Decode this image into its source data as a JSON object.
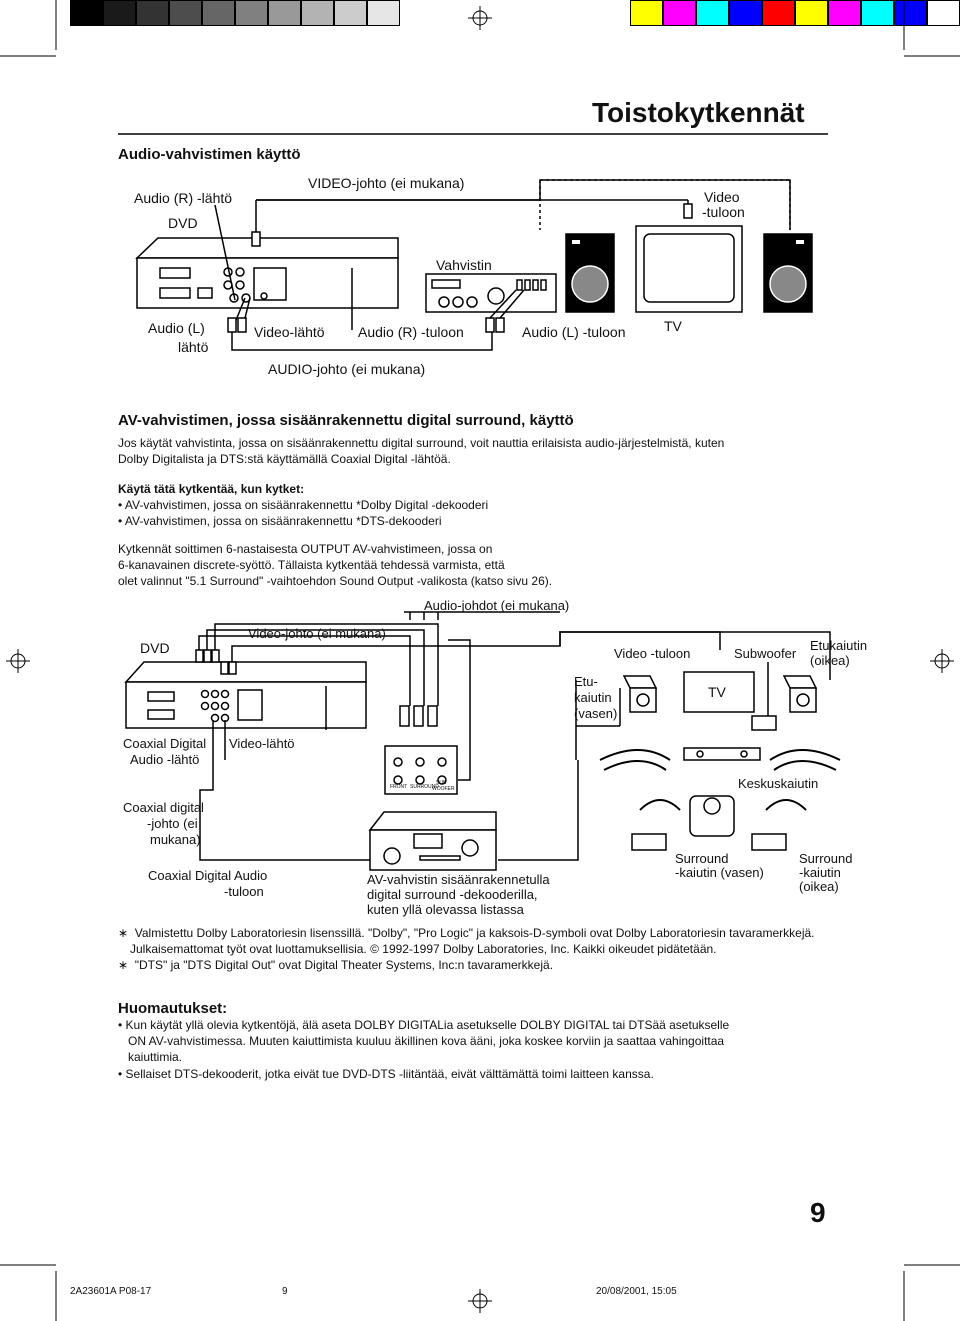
{
  "page": {
    "title": "Toistokytkennät",
    "page_number": "9",
    "footer": {
      "left": "2A23601A P08-17",
      "center": "9",
      "right": "20/08/2001, 15:05"
    },
    "swatches_left": [
      "#000000",
      "#1a1a1a",
      "#333333",
      "#4d4d4d",
      "#666666",
      "#808080",
      "#999999",
      "#b3b3b3",
      "#cccccc",
      "#e6e6e6"
    ],
    "swatches_right": [
      "#ffff00",
      "#ff00ff",
      "#00ffff",
      "#0000ff",
      "#ff0000",
      "#ffff00",
      "#ff00ff",
      "#00ffff",
      "#0000ff",
      "#ffffff"
    ]
  },
  "section1": {
    "heading": "Audio-vahvistimen käyttö",
    "labels": {
      "audio_r_out": "Audio (R) -lähtö",
      "dvd": "DVD",
      "video_cable": "VIDEO-johto (ei mukana)",
      "video_in_1": "Video",
      "video_in_2": "-tuloon",
      "amplifier": "Vahvistin",
      "audio_l_out_1": "Audio (L)",
      "audio_l_out_2": "lähtö",
      "video_out": "Video-lähtö",
      "audio_r_in": "Audio (R) -tuloon",
      "audio_l_in": "Audio (L) -tuloon",
      "tv": "TV",
      "audio_cable": "AUDIO-johto (ei mukana)"
    }
  },
  "section2": {
    "heading": "AV-vahvistimen, jossa sisäänrakennettu digital surround, käyttö",
    "intro_1": "Jos käytät vahvistinta, jossa on sisäänrakennettu digital surround, voit nauttia erilaisista audio-järjestelmistä, kuten",
    "intro_2": "Dolby Digitalista ja DTS:stä käyttämällä Coaxial Digital -lähtöä.",
    "use_heading": "Käytä tätä kytkentää, kun kytket:",
    "bullets": [
      "AV-vahvistimen, jossa on sisäänrakennettu *Dolby Digital -dekooderi",
      "AV-vahvistimen, jossa on sisäänrakennettu *DTS-dekooderi"
    ],
    "conn_1": "Kytkennät soittimen 6-nastaisesta OUTPUT AV-vahvistimeen, jossa on",
    "conn_2": "6-kanavainen discrete-syöttö. Tällaista kytkentää tehdessä varmista, että",
    "conn_3": "olet valinnut \"5.1 Surround\" -vaihtoehdon Sound Output -valikosta (katso sivu 26).",
    "labels": {
      "audio_cables": "Audio-johdot (ei mukana)",
      "dvd": "DVD",
      "video_cable": "Video-johto (ei mukana)",
      "video_in": "Video -tuloon",
      "subwoofer": "Subwoofer",
      "front_right_1": "Etukaiutin",
      "front_right_2": "(oikea)",
      "front_left_1": "Etu-",
      "front_left_2": "kaiutin",
      "front_left_3": "(vasen)",
      "tv": "TV",
      "coax_out_1": "Coaxial Digital",
      "coax_out_2": "Audio -lähtö",
      "video_out": "Video-lähtö",
      "center": "Keskuskaiutin",
      "coax_cable_1": "Coaxial digital",
      "coax_cable_2": "-johto (ei",
      "coax_cable_3": "mukana)",
      "coax_in_1": "Coaxial Digital Audio",
      "coax_in_2": "-tuloon",
      "surround_left_1": "Surround",
      "surround_left_2": "-kaiutin (vasen)",
      "surround_right_1": "Surround",
      "surround_right_2": "-kaiutin",
      "surround_right_3": "(oikea)",
      "av_amp_1": "AV-vahvistin sisäänrakennetulla",
      "av_amp_2": "digital surround -dekooderilla,",
      "av_amp_3": "kuten yllä olevassa listassa",
      "panel_front": "FRONT",
      "panel_surround": "SURROUND",
      "panel_sub": "SUB",
      "panel_woofer": "WOOFER"
    }
  },
  "trademarks": {
    "line1": "Valmistettu Dolby Laboratoriesin lisenssillä. \"Dolby\", \"Pro Logic\" ja kaksois-D-symboli ovat Dolby Laboratoriesin tavaramerkkejä.",
    "line2": "Julkaisemattomat työt ovat luottamuksellisia. © 1992-1997 Dolby Laboratories, Inc. Kaikki oikeudet pidätetään.",
    "line3": "\"DTS\" ja \"DTS Digital Out\" ovat Digital Theater Systems, Inc:n tavaramerkkejä."
  },
  "notes": {
    "heading": "Huomautukset:",
    "b1_1": "Kun käytät yllä olevia kytkentöjä, älä aseta DOLBY DIGITALia asetukselle DOLBY DIGITAL tai DTSää asetukselle",
    "b1_2": "ON AV-vahvistimessa. Muuten kaiuttimista kuuluu äkillinen kova ääni, joka koskee korviin ja saattaa vahingoittaa",
    "b1_3": "kaiuttimia.",
    "b2": "Sellaiset DTS-dekooderit, jotka eivät tue DVD-DTS -liitäntää, eivät välttämättä toimi laitteen kanssa."
  }
}
